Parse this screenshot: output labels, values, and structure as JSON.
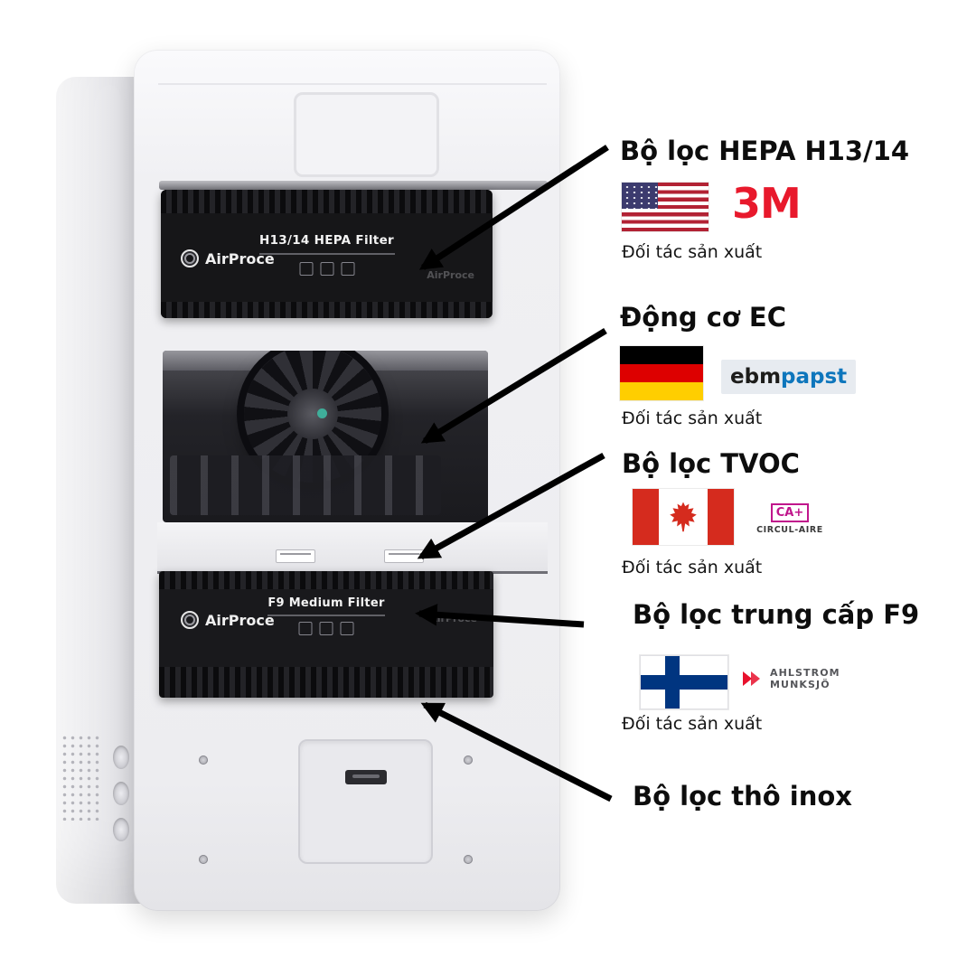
{
  "annotations": [
    {
      "title": "Bộ lọc HEPA H13/14",
      "flag": "United States",
      "logo": "3M",
      "partner": "Đối tác sản xuất"
    },
    {
      "title": "Động cơ EC",
      "flag": "Germany",
      "logo_ebm": "ebm",
      "logo_papst": "papst",
      "partner": "Đối tác sản xuất"
    },
    {
      "title": "Bộ lọc TVOC",
      "flag": "Canada",
      "logo_mark": "CA+",
      "logo": "CIRCUL-AIRE",
      "partner": "Đối tác sản xuất"
    },
    {
      "title": "Bộ lọc trung cấp F9",
      "flag": "Finland",
      "logo_line1": "AHLSTROM",
      "logo_line2": "MUNKSJÖ",
      "partner": "Đối tác sản xuất"
    },
    {
      "title": "Bộ lọc thô inox"
    }
  ],
  "device": {
    "brand": "AirProce",
    "hepa_filter_label": "H13/14 HEPA Filter",
    "f9_filter_label": "F9 Medium Filter"
  },
  "colors": {
    "arrow": "#000000",
    "title_text": "#0d0d0d",
    "us_red": "#B22234",
    "us_blue": "#3C3B6E",
    "de_black": "#000000",
    "de_red": "#DD0000",
    "de_gold": "#FFCE00",
    "ca_red": "#D52B1E",
    "fi_blue": "#003580",
    "logo_3m_red": "#e8192c",
    "ebmpapst_blue": "#0e76bc",
    "circulaire_magenta": "#C0168C",
    "ahlstrom_red": "#E8112D"
  }
}
